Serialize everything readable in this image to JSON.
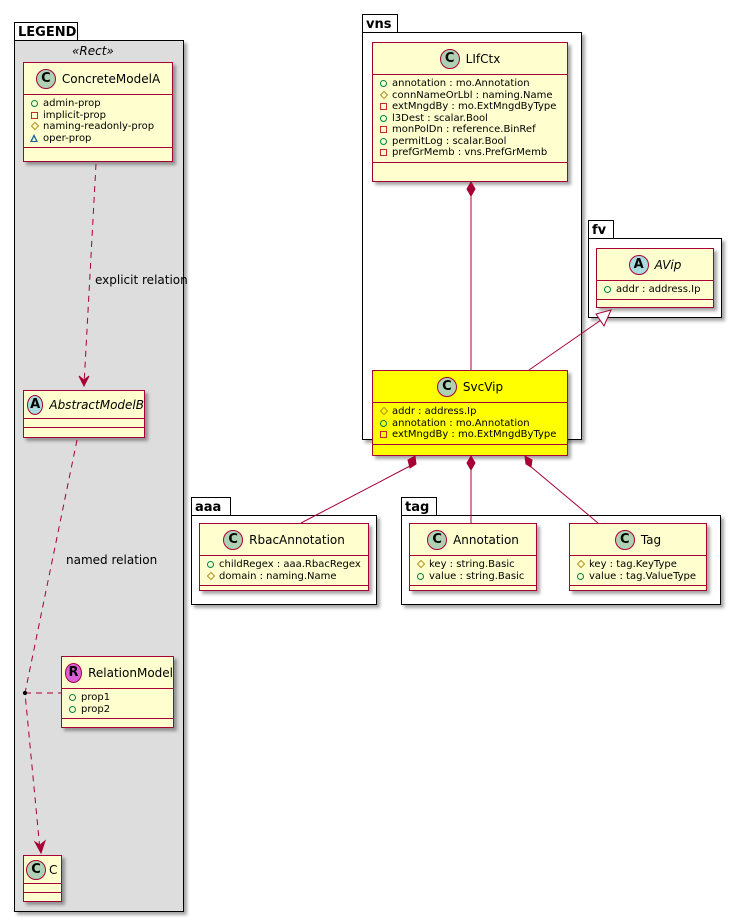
{
  "colors": {
    "class_fill": "#fefece",
    "class_border": "#a80036",
    "highlight_fill": "#ffff00",
    "legend_fill": "#dddddd",
    "edge": "#a80036"
  },
  "packages": {
    "legend": {
      "name": "LEGEND",
      "stereotype": "«Rect»"
    },
    "vns": {
      "name": "vns"
    },
    "fv": {
      "name": "fv"
    },
    "aaa": {
      "name": "aaa"
    },
    "tag": {
      "name": "tag"
    }
  },
  "legend": {
    "concrete": {
      "badge": "C",
      "name": "ConcreteModelA",
      "attrs": [
        {
          "vis": "public",
          "text": "admin-prop"
        },
        {
          "vis": "private",
          "text": "implicit-prop"
        },
        {
          "vis": "protected",
          "text": "naming-readonly-prop"
        },
        {
          "vis": "package",
          "text": "oper-prop"
        }
      ]
    },
    "abstract": {
      "badge": "A",
      "name": "AbstractModelB"
    },
    "relation": {
      "badge": "R",
      "name": "RelationModel",
      "attrs": [
        {
          "vis": "public",
          "text": "prop1"
        },
        {
          "vis": "public",
          "text": "prop2"
        }
      ]
    },
    "c": {
      "badge": "C",
      "name": "C"
    },
    "explicit_label": "explicit relation",
    "named_label": "named relation"
  },
  "classes": {
    "lifctx": {
      "badge": "C",
      "name": "LIfCtx",
      "attrs": [
        {
          "vis": "public",
          "text": "annotation : mo.Annotation"
        },
        {
          "vis": "protected",
          "text": "connNameOrLbl : naming.Name"
        },
        {
          "vis": "private",
          "text": "extMngdBy : mo.ExtMngdByType"
        },
        {
          "vis": "public",
          "text": "l3Dest : scalar.Bool"
        },
        {
          "vis": "private",
          "text": "monPolDn : reference.BinRef"
        },
        {
          "vis": "public",
          "text": "permitLog : scalar.Bool"
        },
        {
          "vis": "private",
          "text": "prefGrMemb : vns.PrefGrMemb"
        }
      ]
    },
    "avip": {
      "badge": "A",
      "name": "AVip",
      "attrs": [
        {
          "vis": "public",
          "text": "addr : address.Ip"
        }
      ]
    },
    "svcvip": {
      "badge": "C",
      "name": "SvcVip",
      "attrs": [
        {
          "vis": "protected",
          "text": "addr : address.Ip"
        },
        {
          "vis": "public",
          "text": "annotation : mo.Annotation"
        },
        {
          "vis": "private",
          "text": "extMngdBy : mo.ExtMngdByType"
        }
      ]
    },
    "rbac": {
      "badge": "C",
      "name": "RbacAnnotation",
      "attrs": [
        {
          "vis": "public",
          "text": "childRegex : aaa.RbacRegex"
        },
        {
          "vis": "protected",
          "text": "domain : naming.Name"
        }
      ]
    },
    "annotation": {
      "badge": "C",
      "name": "Annotation",
      "attrs": [
        {
          "vis": "protected",
          "text": "key : string.Basic"
        },
        {
          "vis": "public",
          "text": "value : string.Basic"
        }
      ]
    },
    "tag": {
      "badge": "C",
      "name": "Tag",
      "attrs": [
        {
          "vis": "protected",
          "text": "key : tag.KeyType"
        },
        {
          "vis": "public",
          "text": "value : tag.ValueType"
        }
      ]
    }
  }
}
